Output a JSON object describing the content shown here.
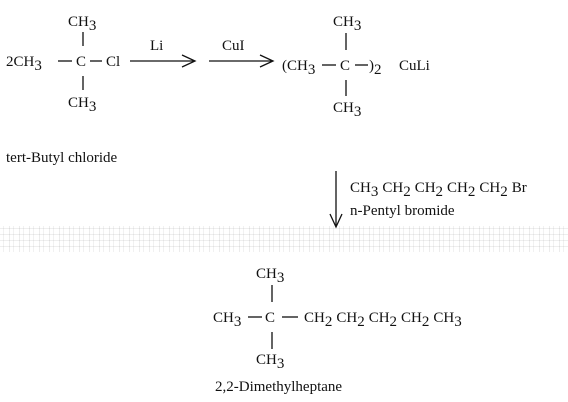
{
  "reactant": {
    "coefficient": "2CH",
    "coefficient_sub": "3",
    "top_methyl": "CH",
    "top_methyl_sub": "3",
    "bottom_methyl": "CH",
    "bottom_methyl_sub": "3",
    "carbon": "C",
    "chlorine": "Cl",
    "name": "tert-Butyl chloride"
  },
  "step1": {
    "reagent": "Li"
  },
  "step2": {
    "reagent": "CuI"
  },
  "cuprate": {
    "open": "(CH",
    "open_sub": "3",
    "carbon": "C",
    "close": ")",
    "close_sub": "2",
    "metal": "CuLi",
    "top_methyl": "CH",
    "top_methyl_sub": "3",
    "bottom_methyl": "CH",
    "bottom_methyl_sub": "3"
  },
  "step3": {
    "reagent_parts": [
      {
        "t": "CH",
        "s": "3"
      },
      {
        "t": "CH",
        "s": "2"
      },
      {
        "t": "CH",
        "s": "2"
      },
      {
        "t": "CH",
        "s": "2"
      },
      {
        "t": "CH",
        "s": "2"
      },
      {
        "t": "Br",
        "s": ""
      }
    ],
    "reagent_name": "n-Pentyl bromide"
  },
  "product": {
    "left_methyl": "CH",
    "left_methyl_sub": "3",
    "carbon": "C",
    "top_methyl": "CH",
    "top_methyl_sub": "3",
    "bottom_methyl": "CH",
    "bottom_methyl_sub": "3",
    "chain_parts": [
      {
        "t": "CH",
        "s": "2"
      },
      {
        "t": "CH",
        "s": "2"
      },
      {
        "t": "CH",
        "s": "2"
      },
      {
        "t": "CH",
        "s": "2"
      },
      {
        "t": "CH",
        "s": "3"
      }
    ],
    "name": "2,2-Dimethylheptane"
  }
}
